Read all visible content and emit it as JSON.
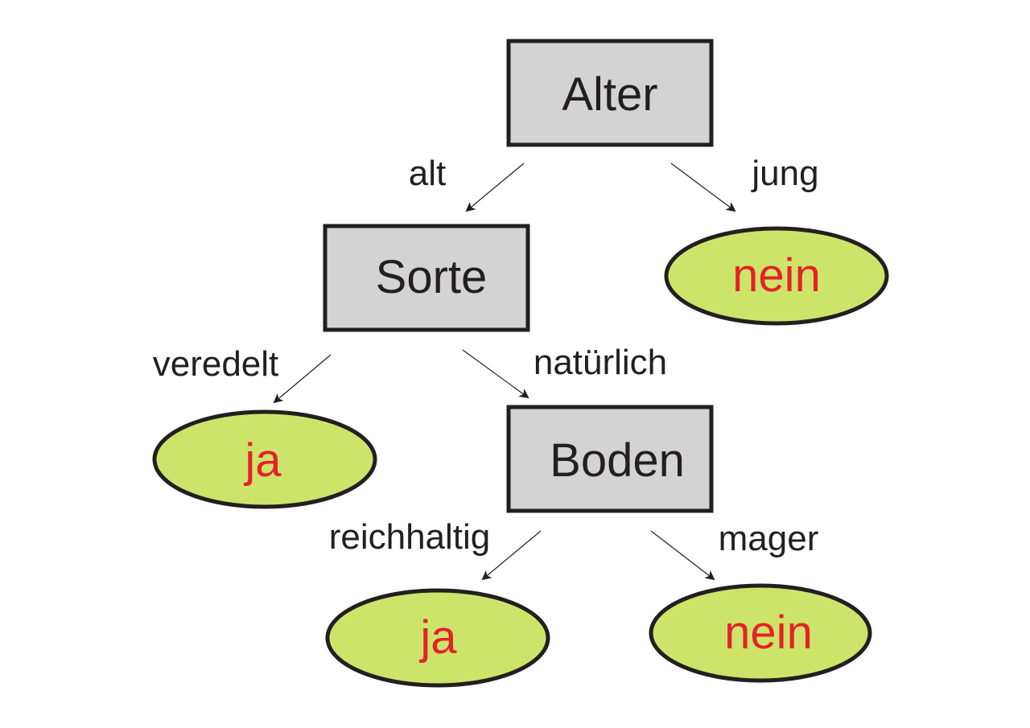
{
  "colors": {
    "decision_fill": "#d3d3d3",
    "leaf_fill": "#cde46a",
    "leaf_text": "#e42229",
    "stroke": "#231f20"
  },
  "nodes": {
    "alter": "Alter",
    "sorte": "Sorte",
    "boden": "Boden"
  },
  "leaves": {
    "jung_result": "nein",
    "veredelt_result": "ja",
    "reichhaltig_result": "ja",
    "mager_result": "nein"
  },
  "edges": {
    "alt": "alt",
    "jung": "jung",
    "veredelt": "veredelt",
    "natuerlich": "natürlich",
    "reichhaltig": "reichhaltig",
    "mager": "mager"
  }
}
